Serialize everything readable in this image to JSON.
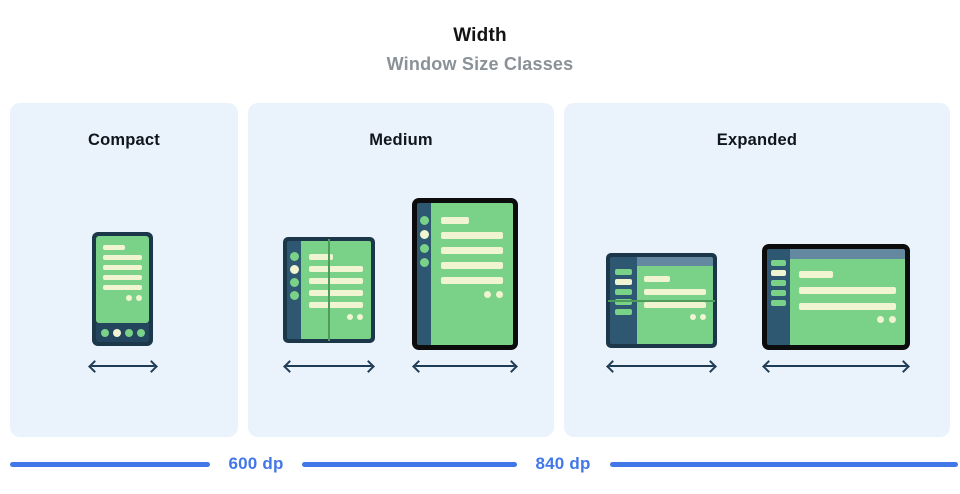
{
  "header": {
    "title": "Width",
    "subtitle": "Window Size Classes"
  },
  "panels": [
    {
      "id": "compact",
      "label": "Compact",
      "devices": [
        "phone"
      ]
    },
    {
      "id": "medium",
      "label": "Medium",
      "devices": [
        "foldable-portrait",
        "tablet"
      ]
    },
    {
      "id": "expanded",
      "label": "Expanded",
      "devices": [
        "foldable-landscape",
        "desktop"
      ]
    }
  ],
  "ruler": {
    "breakpoints": [
      {
        "value": 600,
        "unit": "dp",
        "label": "600 dp"
      },
      {
        "value": 840,
        "unit": "dp",
        "label": "840 dp"
      }
    ]
  },
  "colors": {
    "panel_bg": "#eaf2fb",
    "device_frame_navy": "#1c3749",
    "device_frame_black": "#0c0c0c",
    "nav_rail_navy": "#2e5871",
    "screen_green": "#79d287",
    "fold_line_green": "#4e9c5c",
    "placeholder_cream": "#f1f4d1",
    "app_bar_slate": "#64889f",
    "ruler_blue": "#4277e8",
    "subtitle_gray": "#8a9197",
    "arrow_navy": "#1f3c55"
  }
}
